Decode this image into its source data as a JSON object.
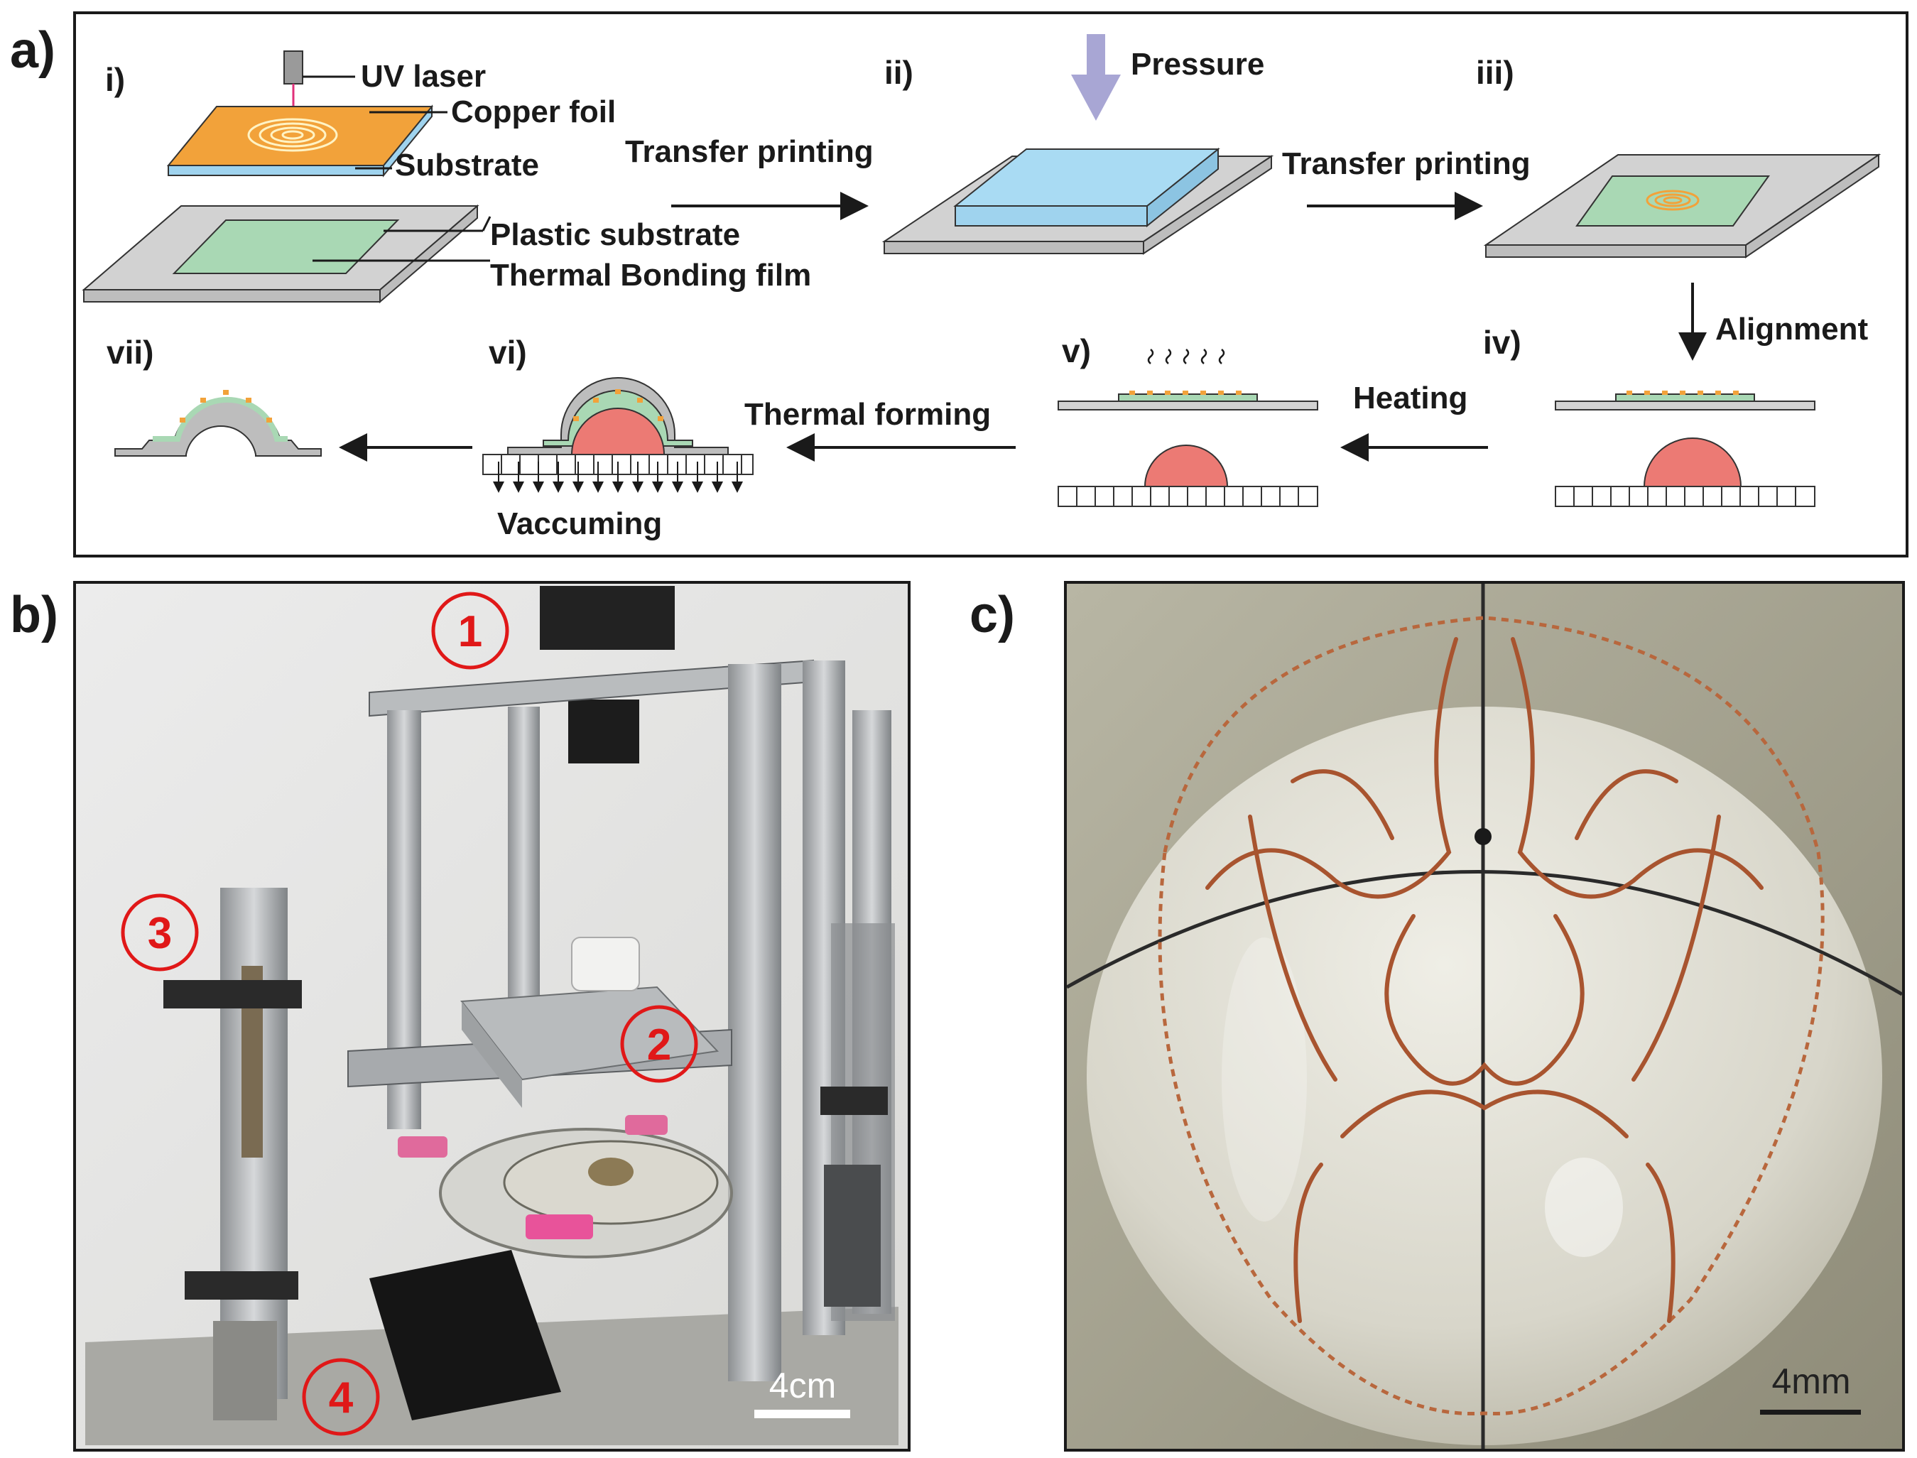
{
  "panels": {
    "a": "a)",
    "b": "b)",
    "c": "c)"
  },
  "steps": {
    "i": "i)",
    "ii": "ii)",
    "iii": "iii)",
    "iv": "iv)",
    "v": "v)",
    "vi": "vi)",
    "vii": "vii)"
  },
  "labels": {
    "uv_laser": "UV laser",
    "copper_foil": "Copper foil",
    "substrate": "Substrate",
    "plastic_substrate": "Plastic substrate",
    "thermal_bonding_film": "Thermal Bonding film",
    "pressure": "Pressure",
    "transfer_printing_1": "Transfer printing",
    "transfer_printing_2": "Transfer printing",
    "alignment": "Alignment",
    "heating": "Heating",
    "thermal_forming": "Thermal forming",
    "vaccuming": "Vaccuming"
  },
  "photo_b": {
    "markers": [
      "1",
      "2",
      "3",
      "4"
    ],
    "scale_bar": "4cm"
  },
  "photo_c": {
    "scale_bar": "4mm"
  },
  "colors": {
    "copper": "#f2a23a",
    "substrate_blue": "#9fd3ee",
    "plate_gray": "#cfcfcf",
    "film_green": "#a9d8b4",
    "mold_red": "#ec7a74",
    "pressure_arrow": "#a8a6d4",
    "marker_red": "#e01818"
  }
}
